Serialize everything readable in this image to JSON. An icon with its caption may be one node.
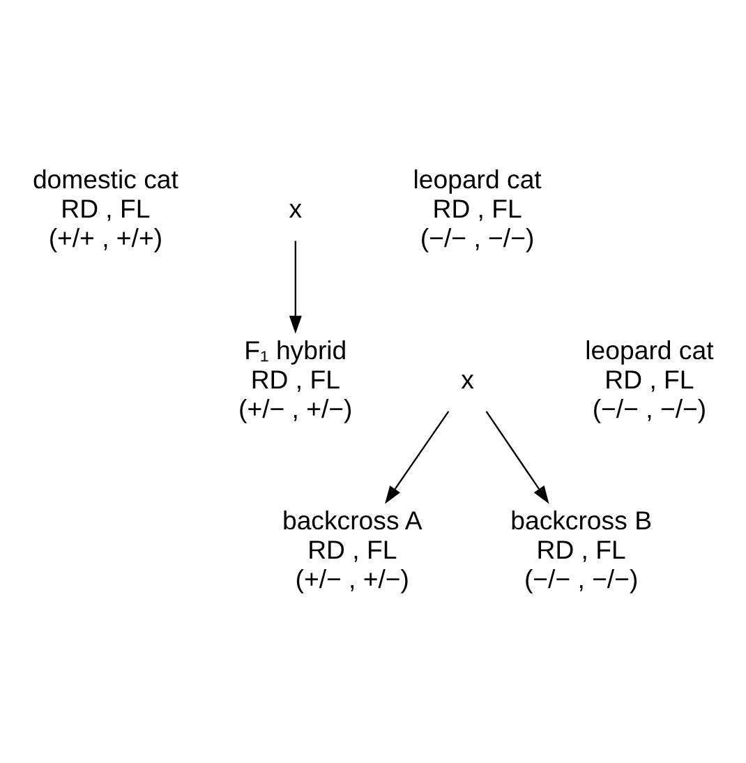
{
  "diagram": {
    "nodes": [
      {
        "text": [
          "domestic cat",
          "RD , FL",
          "(+/+ , +/+)"
        ]
      },
      {
        "text": [
          "x"
        ]
      },
      {
        "text": [
          "leopard cat",
          "RD , FL",
          "(−/− , −/−)"
        ]
      },
      {
        "text": [
          "F₁ hybrid",
          "RD , FL",
          "(+/− , +/−)"
        ]
      },
      {
        "text": [
          "x"
        ]
      },
      {
        "text": [
          "leopard cat",
          "RD , FL",
          "(−/− , −/−)"
        ]
      },
      {
        "text": [
          "backcross A",
          "RD , FL",
          "(+/− , +/−)"
        ]
      },
      {
        "text": [
          "backcross B",
          "RD , FL",
          "(−/− , −/−)"
        ]
      }
    ],
    "edges": [
      {
        "from": 1,
        "to": 3,
        "arrow": "to"
      },
      {
        "from": 4,
        "to": 6,
        "arrow": "to"
      },
      {
        "from": 4,
        "to": 7,
        "arrow": "to"
      }
    ]
  }
}
